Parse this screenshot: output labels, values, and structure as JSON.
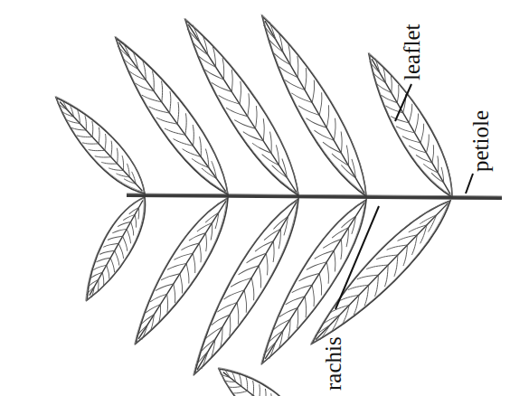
{
  "diagram": {
    "labels": [
      "leaflet",
      "petiole",
      "rachis"
    ]
  }
}
